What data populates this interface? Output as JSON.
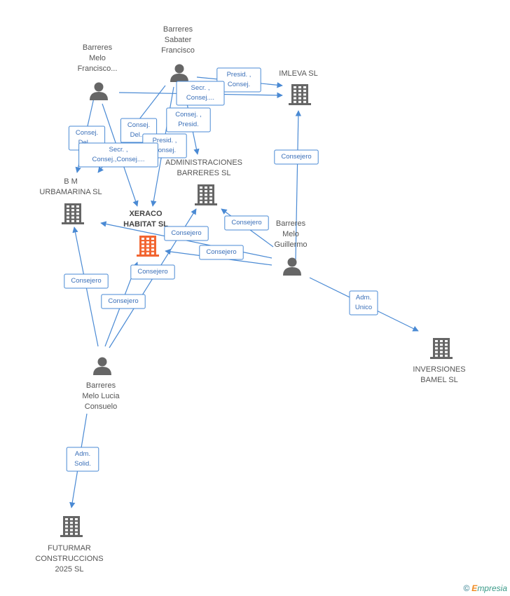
{
  "nodes": {
    "francisco": {
      "type": "person",
      "lines": [
        "Barreres",
        "Melo",
        "Francisco..."
      ],
      "color": "#666666"
    },
    "sabater": {
      "type": "person",
      "lines": [
        "Barreres",
        "Sabater",
        "Francisco"
      ],
      "color": "#666666"
    },
    "imleva": {
      "type": "company",
      "lines": [
        "IMLEVA SL"
      ],
      "color": "#666666"
    },
    "bm": {
      "type": "company",
      "lines": [
        "B M",
        "URBAMARINA SL"
      ],
      "color": "#666666"
    },
    "xeraco": {
      "type": "company",
      "lines": [
        "XERACO",
        "HABITAT SL"
      ],
      "color": "#f26531",
      "main": true
    },
    "admin": {
      "type": "company",
      "lines": [
        "ADMINISTRACIONES",
        "BARRERES SL"
      ],
      "color": "#666666"
    },
    "guillermo": {
      "type": "person",
      "lines": [
        "Barreres",
        "Melo",
        "Guillermo"
      ],
      "color": "#666666"
    },
    "inversiones": {
      "type": "company",
      "lines": [
        "INVERSIONES",
        "BAMEL  SL"
      ],
      "color": "#666666"
    },
    "lucia": {
      "type": "person",
      "lines": [
        "Barreres",
        "Melo Lucia",
        "Consuelo"
      ],
      "color": "#666666"
    },
    "futurmar": {
      "type": "company",
      "lines": [
        "FUTURMAR",
        "CONSTRUCCIONS",
        "2025 SL"
      ],
      "color": "#666666"
    }
  },
  "edges": [
    {
      "from": "sabater",
      "to": "imleva",
      "label": [
        "Presid. ,",
        "Consej."
      ]
    },
    {
      "from": "francisco",
      "to": "imleva",
      "label": [
        "Secr. ,",
        "Consej...."
      ]
    },
    {
      "from": "francisco",
      "to": "bm",
      "label": [
        "Consej.",
        "Del...."
      ]
    },
    {
      "from": "francisco",
      "to": "xeraco",
      "label": [
        "Consej.",
        "Del...."
      ]
    },
    {
      "from": "sabater",
      "to": "xeraco",
      "label": [
        "Presid. ,",
        "Consej."
      ]
    },
    {
      "from": "sabater",
      "to": "admin",
      "label": [
        "Consej. ,",
        "Presid."
      ]
    },
    {
      "from": "sabater",
      "to": "bm",
      "label": [
        "Secr. ,",
        "Consej.,Consej...."
      ]
    },
    {
      "from": "guillermo",
      "to": "imleva",
      "label": [
        "Consejero"
      ]
    },
    {
      "from": "guillermo",
      "to": "admin",
      "label": [
        "Consejero"
      ]
    },
    {
      "from": "guillermo",
      "to": "bm",
      "label": [
        "Consejero"
      ]
    },
    {
      "from": "guillermo",
      "to": "xeraco",
      "label": [
        "Consejero"
      ]
    },
    {
      "from": "guillermo",
      "to": "inversiones",
      "label": [
        "Adm.",
        "Unico"
      ]
    },
    {
      "from": "lucia",
      "to": "bm",
      "label": [
        "Consejero"
      ]
    },
    {
      "from": "lucia",
      "to": "xeraco",
      "label": [
        "Consejero"
      ]
    },
    {
      "from": "lucia",
      "to": "admin",
      "label": [
        "Consejero"
      ]
    },
    {
      "from": "lucia",
      "to": "futurmar",
      "label": [
        "Adm.",
        "Solid."
      ]
    }
  ],
  "footer": {
    "copyright": "©",
    "brand_first": "E",
    "brand_rest": "mpresia"
  }
}
